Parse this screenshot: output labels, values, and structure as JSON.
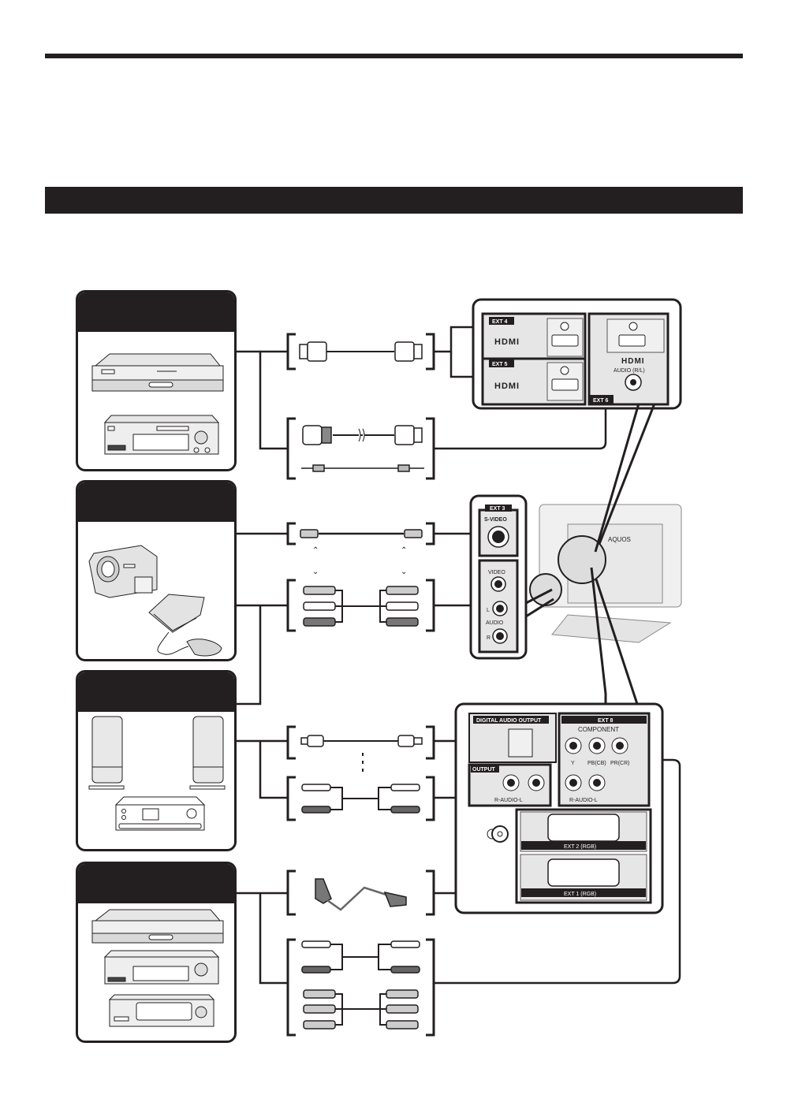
{
  "page": {
    "header_rule": "",
    "section_bar": ""
  },
  "devices": [
    {
      "id": "hdmi-sources",
      "items": [
        "dvd-recorder-icon",
        "av-receiver-icon"
      ]
    },
    {
      "id": "av-sources",
      "items": [
        "camcorder-icon",
        "game-console-icon"
      ]
    },
    {
      "id": "audio-systems",
      "items": [
        "speaker-left-icon",
        "speaker-right-icon",
        "amplifier-icon"
      ]
    },
    {
      "id": "scart-sources",
      "items": [
        "dvd-recorder-icon",
        "av-receiver-icon",
        "vcr-icon"
      ]
    }
  ],
  "cables": [
    {
      "id": "hdmi-cable",
      "type": "HDMI"
    },
    {
      "id": "dvi-hdmi-cable",
      "type": "DVI-HDMI + stereo mini-jack"
    },
    {
      "id": "svideo-cable",
      "type": "S-Video"
    },
    {
      "id": "av-cable",
      "type": "Composite + audio RCA"
    },
    {
      "id": "optical-cable",
      "type": "Optical"
    },
    {
      "id": "audio-rca-cable",
      "type": "Audio RCA"
    },
    {
      "id": "scart-cable",
      "type": "SCART"
    },
    {
      "id": "component-cable",
      "type": "Component + audio RCA"
    }
  ],
  "terminals": {
    "ext4": {
      "tag": "EXT 4",
      "logo": "HDMI"
    },
    "ext5": {
      "tag": "EXT 5",
      "logo": "HDMI"
    },
    "ext6": {
      "tag": "EXT 6",
      "logo": "HDMI",
      "audio": "AUDIO (R/L)"
    },
    "ext3": {
      "tag": "EXT 3",
      "svideo": "S-VIDEO",
      "video": "VIDEO",
      "audio_l": "L",
      "audio_label": "AUDIO",
      "audio_r": "R"
    },
    "digital_audio": {
      "title": "DIGITAL AUDIO OUTPUT"
    },
    "output": {
      "tag": "OUTPUT",
      "audio": "R-AUDIO-L"
    },
    "ext8": {
      "tag": "EXT 8",
      "title": "COMPONENT",
      "y": "Y",
      "pb": "PB(CB)",
      "pr": "PR(CR)",
      "audio": "R-AUDIO-L"
    },
    "ext2": {
      "label": "EXT 2  (RGB)"
    },
    "ext1": {
      "label": "EXT 1  (RGB)"
    },
    "tv_brand": "AQUOS"
  }
}
